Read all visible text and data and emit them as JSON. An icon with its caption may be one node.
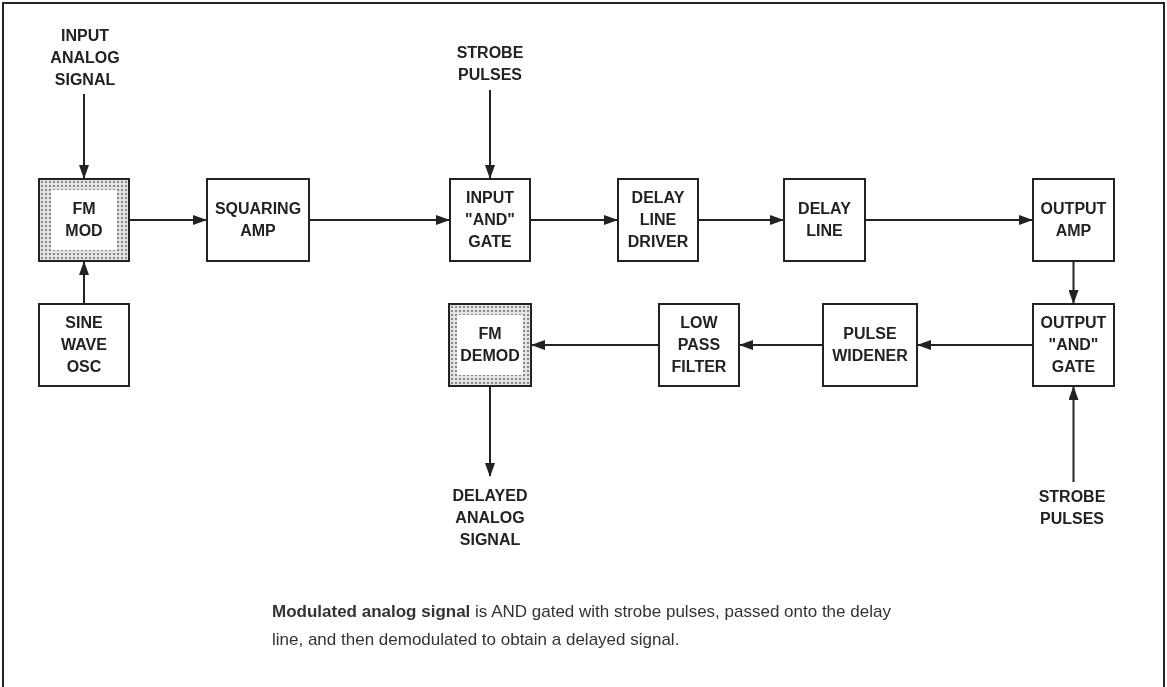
{
  "diagram": {
    "caption": "**Modulated analog signal** is AND gated with strobe pulses, passed onto the delay line, and then demodulated to obtain a delayed signal.",
    "nodes": [
      {
        "text": [
          "INPUT ANALOG SIGNAL"
        ]
      },
      {
        "text": [
          "FM MOD"
        ]
      },
      {
        "text": [
          "SINE WAVE OSC"
        ]
      },
      {
        "text": [
          "SQUARING AMP"
        ]
      },
      {
        "text": [
          "STROBE PULSES"
        ]
      },
      {
        "text": [
          "INPUT \"AND\" GATE"
        ]
      },
      {
        "text": [
          "DELAY LINE DRIVER"
        ]
      },
      {
        "text": [
          "DELAY LINE"
        ]
      },
      {
        "text": [
          "OUTPUT AMP"
        ]
      },
      {
        "text": [
          "OUTPUT \"AND\" GATE"
        ]
      },
      {
        "text": [
          "PULSE WIDENER"
        ]
      },
      {
        "text": [
          "LOW PASS FILTER"
        ]
      },
      {
        "text": [
          "FM DEMOD"
        ]
      },
      {
        "text": [
          "DELAYED ANALOG SIGNAL"
        ]
      },
      {
        "text": [
          "STROBE PULSES"
        ]
      }
    ],
    "edges": [
      {
        "from": 0,
        "to": 1,
        "arrow": "to"
      },
      {
        "from": 2,
        "to": 1,
        "arrow": "to"
      },
      {
        "from": 1,
        "to": 3,
        "arrow": "to"
      },
      {
        "from": 3,
        "to": 5,
        "arrow": "to"
      },
      {
        "from": 4,
        "to": 5,
        "arrow": "to"
      },
      {
        "from": 5,
        "to": 6,
        "arrow": "to"
      },
      {
        "from": 6,
        "to": 7,
        "arrow": "to"
      },
      {
        "from": 7,
        "to": 8,
        "arrow": "to"
      },
      {
        "from": 8,
        "to": 9,
        "arrow": "to"
      },
      {
        "from": 14,
        "to": 9,
        "arrow": "to"
      },
      {
        "from": 9,
        "to": 10,
        "arrow": "to"
      },
      {
        "from": 10,
        "to": 11,
        "arrow": "to"
      },
      {
        "from": 11,
        "to": 12,
        "arrow": "to"
      },
      {
        "from": 12,
        "to": 13,
        "arrow": "to"
      }
    ]
  }
}
